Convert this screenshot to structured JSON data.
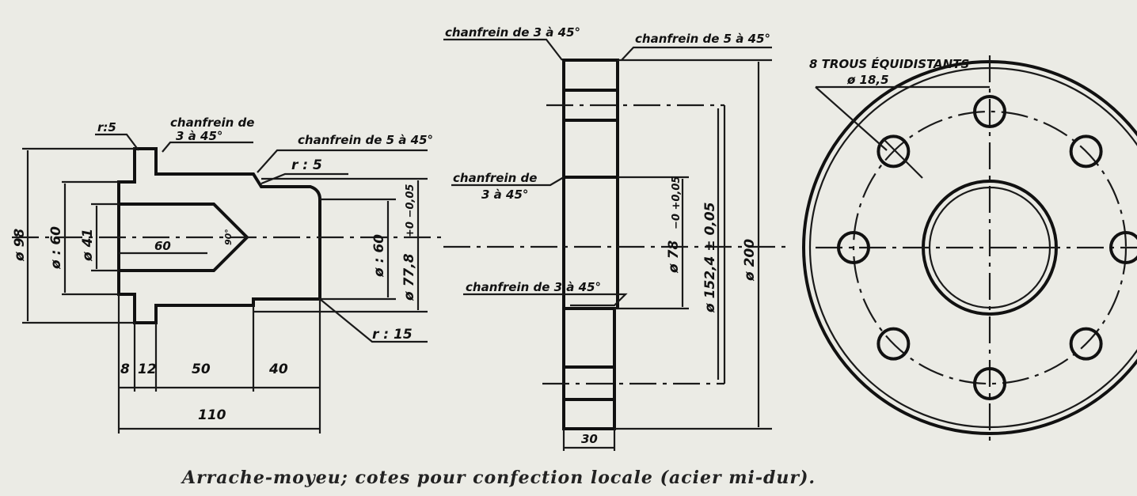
{
  "caption": "Arrache-moyeu; cotes pour confection locale (acier mi-dur).",
  "hub_section": {
    "labels": {
      "r_top": "r:5",
      "chamfer_flange_1": "chanfrein de",
      "chamfer_flange_2": "3 à 45°",
      "chamfer_step": "chanfrein de 5 à 45°",
      "r_step": "r : 5",
      "r_bottom": "r : 15"
    },
    "dims": {
      "d98": "ø 98",
      "d60_left": "ø : 60",
      "d41": "ø 41",
      "depth": "60",
      "angle": "90°",
      "d60_right": "ø : 60",
      "d77": "ø 77,8",
      "tol77": "+0 −0,05",
      "w8": "8",
      "w12": "12",
      "w50": "50",
      "w40": "40",
      "w110": "110"
    }
  },
  "plate_section": {
    "labels": {
      "chamfer_top_left": "chanfrein de 3 à 45°",
      "chamfer_top_right": "chanfrein de 5 à 45°",
      "chamfer_mid_1": "chanfrein de",
      "chamfer_mid_2": "3 à 45°",
      "chamfer_low": "chanfrein de 3 à 45°"
    },
    "dims": {
      "d78": "ø 78",
      "tol78": "−0 +0,05",
      "d152": "ø 152,4 ± 0,05",
      "d200": "ø 200",
      "thickness": "30"
    }
  },
  "plate_view": {
    "holes_label": "8 TROUS ÉQUIDISTANTS",
    "hole_dia": "ø 18,5",
    "hole_count": 8
  }
}
